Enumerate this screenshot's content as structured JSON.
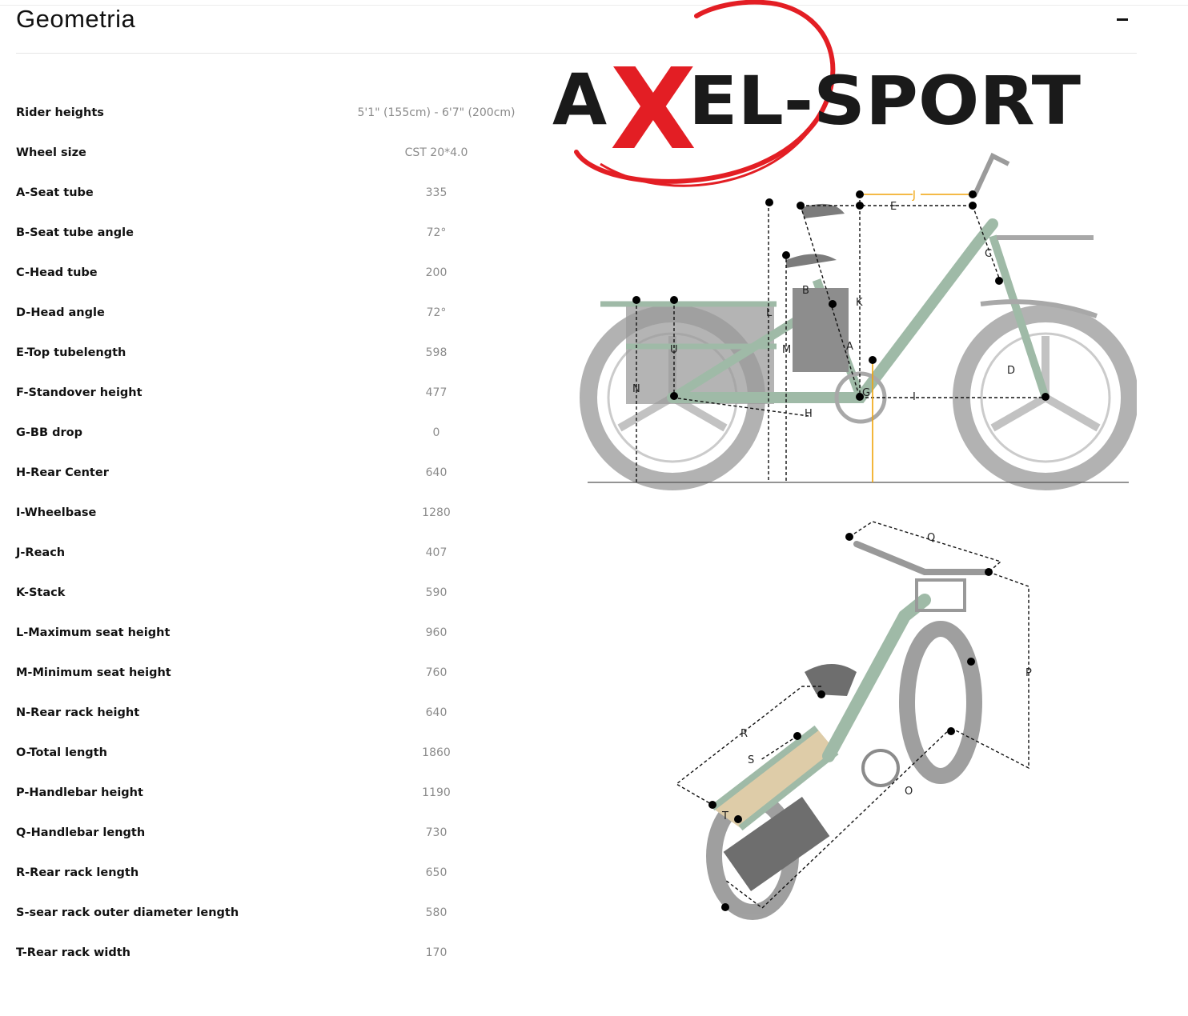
{
  "section": {
    "title": "Geometria",
    "collapse_icon": "minus-icon"
  },
  "logo": {
    "text_a": "A",
    "text_x": "X",
    "text_rest": "EL-SPORT",
    "colors": {
      "dark": "#1a1a1a",
      "red": "#e31e24"
    }
  },
  "specs": [
    {
      "label": "Rider heights",
      "value": "5'1\" (155cm) - 6'7\" (200cm)"
    },
    {
      "label": "Wheel size",
      "value": "CST 20*4.0"
    },
    {
      "label": "A-Seat tube",
      "value": "335"
    },
    {
      "label": "B-Seat tube angle",
      "value": "72°"
    },
    {
      "label": "C-Head tube",
      "value": "200"
    },
    {
      "label": "D-Head angle",
      "value": "72°"
    },
    {
      "label": "E-Top tubelength",
      "value": "598"
    },
    {
      "label": "F-Standover height",
      "value": "477"
    },
    {
      "label": "G-BB drop",
      "value": "0"
    },
    {
      "label": "H-Rear Center",
      "value": "640"
    },
    {
      "label": "I-Wheelbase",
      "value": "1280"
    },
    {
      "label": "J-Reach",
      "value": "407"
    },
    {
      "label": "K-Stack",
      "value": "590"
    },
    {
      "label": "L-Maximum seat height",
      "value": "960"
    },
    {
      "label": "M-Minimum seat height",
      "value": "760"
    },
    {
      "label": "N-Rear rack height",
      "value": "640"
    },
    {
      "label": "O-Total length",
      "value": "1860"
    },
    {
      "label": "P-Handlebar height",
      "value": "1190"
    },
    {
      "label": "Q-Handlebar length",
      "value": "730"
    },
    {
      "label": "R-Rear rack length",
      "value": "650"
    },
    {
      "label": "S-sear rack outer diameter length",
      "value": "580"
    },
    {
      "label": "T-Rear rack width",
      "value": "170"
    }
  ],
  "diagram": {
    "side_labels": {
      "a": "A",
      "b": "B",
      "c": "C",
      "d": "D",
      "e": "E",
      "g": "G",
      "h": "H",
      "i": "I",
      "j": "J",
      "k": "K",
      "l": "L",
      "m": "M",
      "n": "N",
      "u": "U"
    },
    "rear_labels": {
      "o": "O",
      "p": "P",
      "q": "Q",
      "r": "R",
      "s": "S",
      "t": "T"
    },
    "colors": {
      "frame": "#8fae98",
      "tire": "#9a9a9a",
      "dims": "#111111",
      "highlight": "#f0a30a"
    }
  }
}
